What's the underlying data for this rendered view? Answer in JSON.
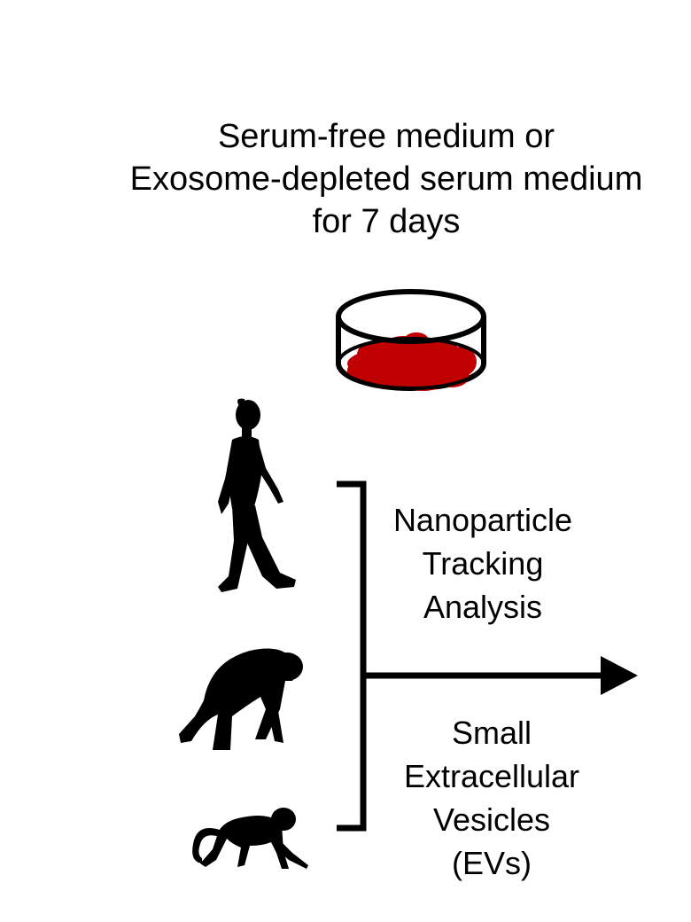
{
  "title": {
    "lines": [
      "Serum-free medium or",
      "Exosome-depleted serum medium",
      "for 7 days"
    ]
  },
  "dish": {
    "icon": "petri-dish-icon",
    "cell_color": "#c00000"
  },
  "species": [
    {
      "icon": "human-icon"
    },
    {
      "icon": "chimpanzee-icon"
    },
    {
      "icon": "monkey-icon"
    }
  ],
  "outputs": [
    {
      "lines": [
        "Nanoparticle",
        "Tracking",
        "Analysis"
      ]
    },
    {
      "lines": [
        "Small",
        "Extracellular",
        "Vesicles",
        "(EVs)"
      ]
    }
  ]
}
